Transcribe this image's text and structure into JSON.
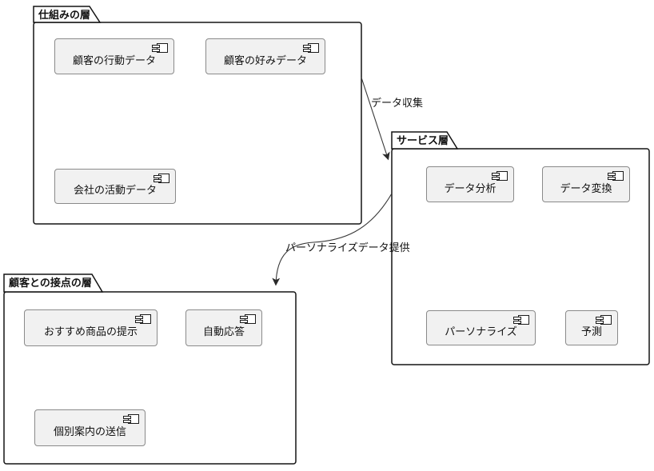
{
  "diagram": {
    "type": "uml-component-diagram",
    "packages": [
      {
        "name": "仕組みの層",
        "components": [
          {
            "label": "顧客の行動データ"
          },
          {
            "label": "顧客の好みデータ"
          },
          {
            "label": "会社の活動データ"
          }
        ]
      },
      {
        "name": "サービス層",
        "components": [
          {
            "label": "データ分析"
          },
          {
            "label": "データ変換"
          },
          {
            "label": "パーソナライズ"
          },
          {
            "label": "予測"
          }
        ]
      },
      {
        "name": "顧客との接点の層",
        "components": [
          {
            "label": "おすすめ商品の提示"
          },
          {
            "label": "自動応答"
          },
          {
            "label": "個別案内の送信"
          }
        ]
      }
    ],
    "arrows": [
      {
        "label": "データ収集",
        "from": "仕組みの層",
        "to": "サービス層"
      },
      {
        "label": "パーソナライズデータ提供",
        "from": "サービス層",
        "to": "顧客との接点の層"
      }
    ],
    "colors": {
      "background": "#FFFFFF",
      "package_border": "#141414",
      "component_fill": "#F1F1F1",
      "component_border": "#8A8A8A",
      "arrow": "#383838",
      "text": "#111111"
    }
  }
}
